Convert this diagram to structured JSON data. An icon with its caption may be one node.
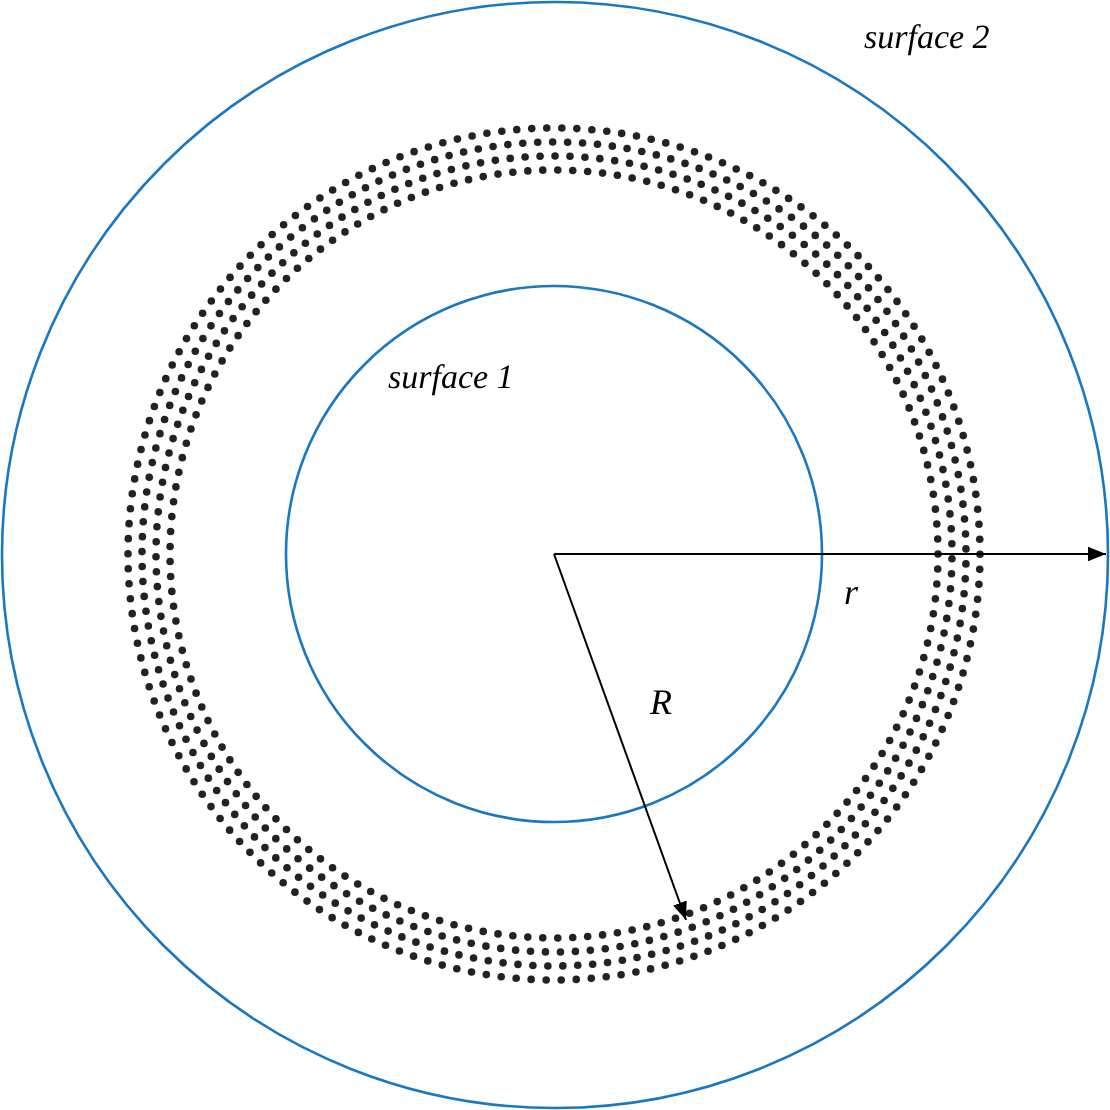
{
  "diagram": {
    "nodes": [
      {
        "text": [
          "surface 2"
        ]
      },
      {
        "text": [
          "surface 1"
        ],
        "in": 0
      }
    ],
    "labels": [
      "r",
      "R"
    ]
  }
}
